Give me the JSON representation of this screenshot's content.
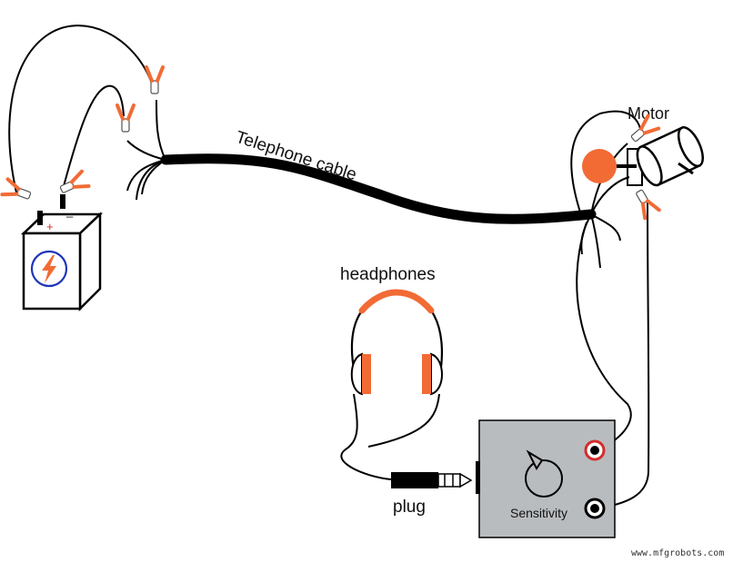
{
  "labels": {
    "telephone_cable": "Telephone cable",
    "motor": "Motor",
    "headphones": "headphones",
    "plug": "plug",
    "sensitivity": "Sensitivity",
    "battery_positive": "+",
    "battery_negative": "_",
    "watermark": "www.mfgrobots.com"
  },
  "colors": {
    "accent_orange": "#f26b35",
    "wire": "#000000",
    "cable": "#000000",
    "detector_box": "#b9bcbf",
    "red_terminal": "#d62b2b",
    "lightning_bolt": "#f26b35",
    "battery_circle": "#1f35b8"
  },
  "icons": {
    "battery_symbol": "lightning-bolt-icon",
    "knob": "sensitivity-knob-icon"
  }
}
